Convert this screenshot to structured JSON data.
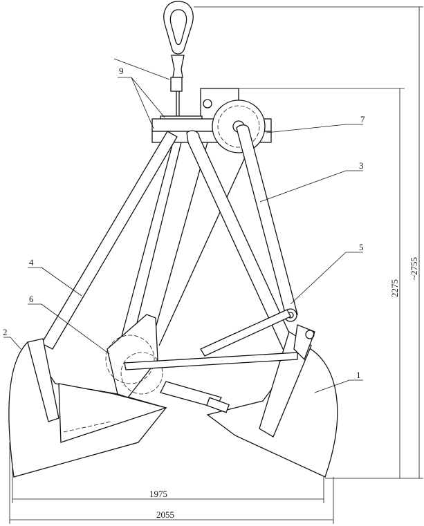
{
  "title": "Two-jaw clamshell grab drawing",
  "part_labels": {
    "p1": "1",
    "p2": "2",
    "p3": "3",
    "p4": "4",
    "p5": "5",
    "p6": "6",
    "p7": "7",
    "p9": "9"
  },
  "dimensions": {
    "inner_width": "1975",
    "outer_width": "2055",
    "height_body": "2275",
    "height_total": "~2755"
  }
}
